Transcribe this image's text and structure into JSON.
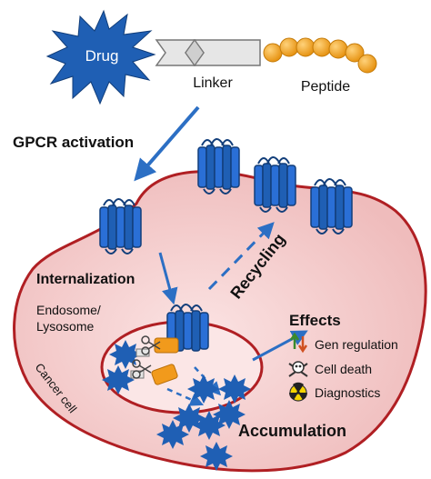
{
  "conjugate": {
    "drug": "Drug",
    "linker": "Linker",
    "peptide": "Peptide"
  },
  "steps": {
    "activation": "GPCR activation",
    "internalization": "Internalization",
    "recycling": "Recycling",
    "accumulation": "Accumulation"
  },
  "compartments": {
    "endosome_line1": "Endosome/",
    "endosome_line2": "Lysosome",
    "cell": "Cancer cell"
  },
  "effects": {
    "title": "Effects",
    "items": [
      {
        "icon": "up-down-arrows-icon",
        "label": "Gen regulation"
      },
      {
        "icon": "skull-icon",
        "label": "Cell death"
      },
      {
        "icon": "radiation-icon",
        "label": "Diagnostics"
      }
    ]
  },
  "colors": {
    "drug_blue": "#1f5fb4",
    "receptor_blue": "#2a6fd6",
    "peptide_orange": "#f2a21b",
    "arrow_blue": "#2c6fc4",
    "cell_fill": "#f2c9c9",
    "cell_border": "#b01f23",
    "endosome_fill": "#fbe6e6",
    "cleaved_orange": "#f19a1c"
  }
}
